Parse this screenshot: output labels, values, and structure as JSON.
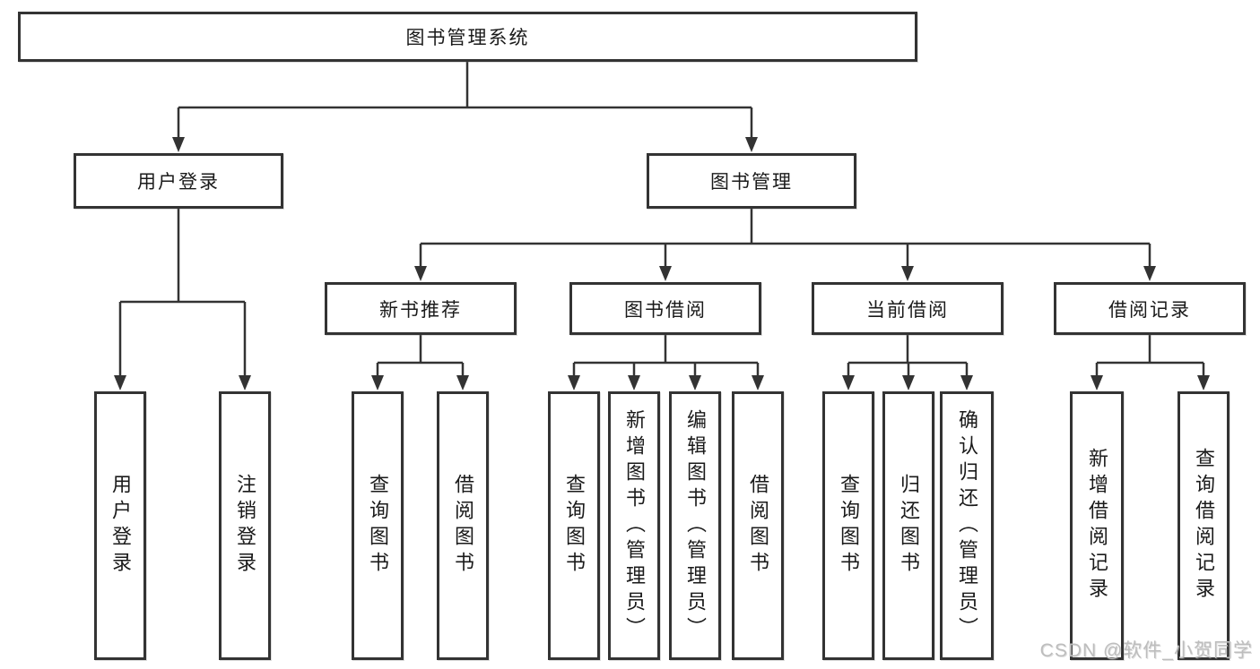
{
  "nodes": {
    "root": "图书管理系统",
    "user_login": "用户登录",
    "book_mgmt": "图书管理",
    "new_book": "新书推荐",
    "book_borrow": "图书借阅",
    "current_borrow": "当前借阅",
    "borrow_record": "借阅记录",
    "leaves": {
      "user_login": [
        "用户登录",
        "注销登录"
      ],
      "new_book": [
        "查询图书",
        "借阅图书"
      ],
      "book_borrow": [
        "查询图书",
        "新增图书（管理员）",
        "编辑图书（管理员）",
        "借阅图书"
      ],
      "current_borrow": [
        "查询图书",
        "归还图书",
        "确认归还（管理员）"
      ],
      "borrow_record": [
        "新增借阅记录",
        "查询借阅记录"
      ]
    }
  },
  "watermark": "CSDN @软件_小贺同学",
  "colors": {
    "line": "#333333",
    "box_border": "#333333",
    "text": "#1a1a1a",
    "watermark": "#bdbdbd",
    "background": "#ffffff"
  }
}
